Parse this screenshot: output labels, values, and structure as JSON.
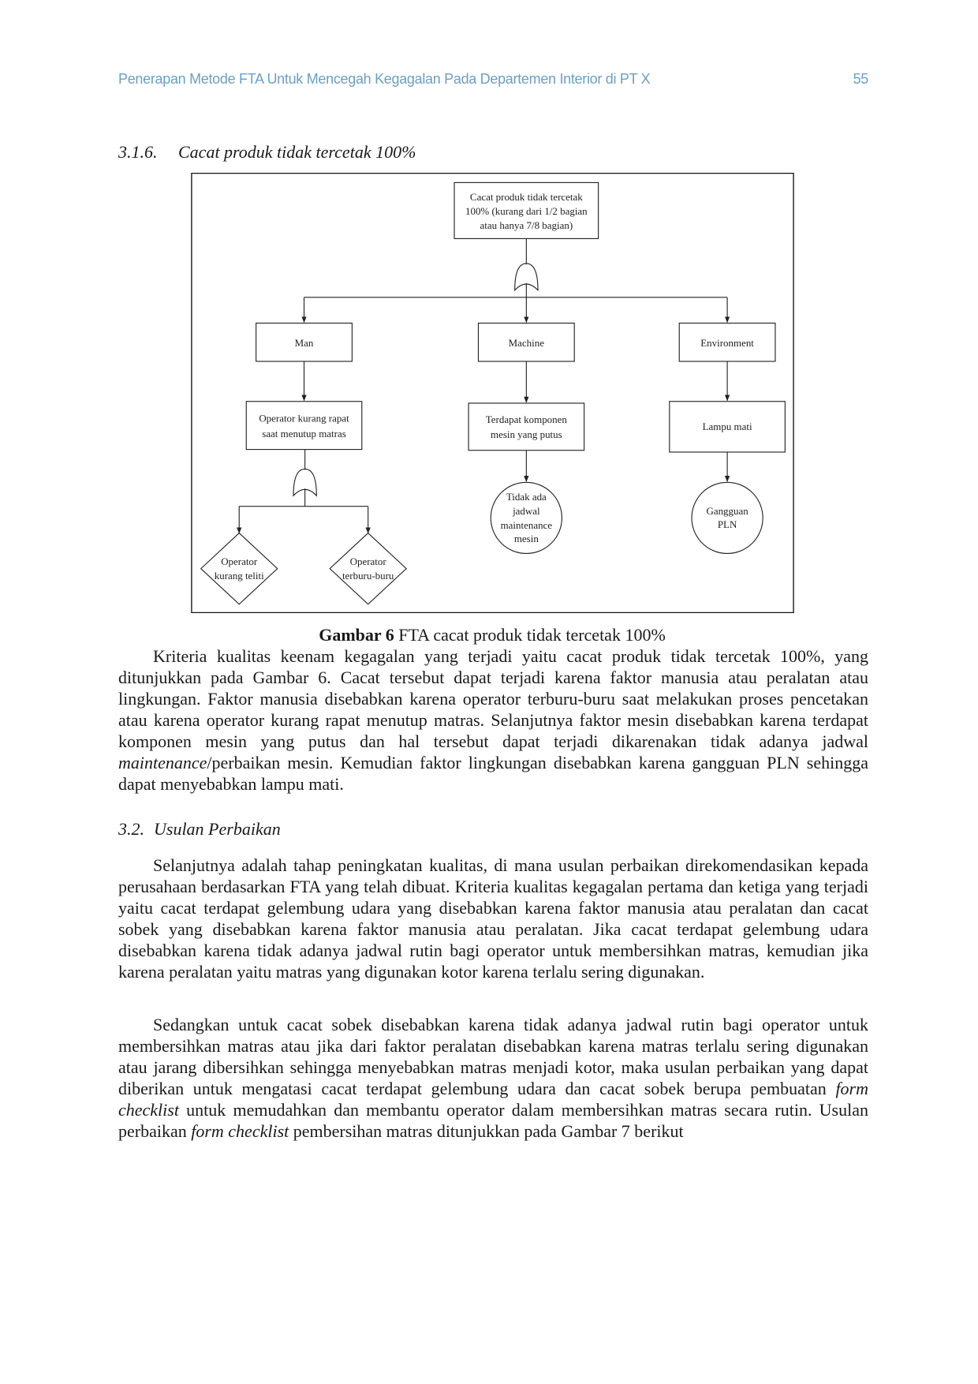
{
  "header": {
    "title": "Penerapan Metode FTA Untuk Mencegah Kegagalan Pada Departemen Interior di PT X",
    "page_number": "55"
  },
  "section_316": {
    "number": "3.1.6.",
    "title": "Cacat produk tidak tercetak 100%"
  },
  "figure": {
    "top_event": [
      "Cacat produk tidak tercetak",
      "100% (kurang dari 1/2 bagian",
      "atau hanya 7/8 bagian)"
    ],
    "man": "Man",
    "machine": "Machine",
    "environment": "Environment",
    "man_cause": [
      "Operator kurang rapat",
      "saat menutup matras"
    ],
    "machine_cause": [
      "Terdapat komponen",
      "mesin yang putus"
    ],
    "env_cause": "Lampu mati",
    "basic_teliti": [
      "Operator",
      "kurang teliti"
    ],
    "basic_buru": [
      "Operator",
      "terburu-buru"
    ],
    "basic_jadwal": [
      "Tidak ada",
      "jadwal",
      "maintenance",
      "mesin"
    ],
    "basic_pln": [
      "Gangguan",
      "PLN"
    ]
  },
  "caption": {
    "label": "Gambar 6",
    "text": " FTA cacat produk tidak tercetak 100%"
  },
  "para1": [
    "Kriteria kualitas keenam kegagalan yang terjadi yaitu cacat produk tidak tercetak 100%, yang ditunjukkan pada Gambar 6. Cacat tersebut dapat terjadi karena faktor manusia atau peralatan atau lingkungan. Faktor manusia disebabkan karena operator terburu-buru saat melakukan proses pencetakan atau karena operator kurang rapat menutup matras. Selanjutnya faktor mesin disebabkan karena terdapat komponen mesin yang putus dan hal tersebut dapat terjadi dikarenakan tidak adanya jadwal ",
    "maintenance",
    "/perbaikan mesin. Kemudian faktor lingkungan disebabkan karena gangguan PLN sehingga dapat menyebabkan lampu mati."
  ],
  "section_32": {
    "number": "3.2.",
    "title": "Usulan Perbaikan"
  },
  "para2": "Selanjutnya adalah tahap peningkatan kualitas, di mana usulan perbaikan direkomendasikan kepada perusahaan berdasarkan FTA yang telah dibuat. Kriteria kualitas kegagalan pertama dan ketiga yang terjadi yaitu cacat terdapat gelembung udara yang disebabkan karena faktor manusia atau peralatan dan cacat sobek yang disebabkan karena faktor manusia atau peralatan. Jika cacat terdapat gelembung udara disebabkan karena tidak adanya jadwal rutin bagi operator untuk membersihkan matras, kemudian jika karena peralatan yaitu matras yang digunakan kotor karena terlalu sering digunakan.",
  "para3": [
    "Sedangkan untuk cacat sobek disebabkan karena tidak adanya jadwal rutin bagi operator untuk membersihkan matras atau jika dari faktor peralatan disebabkan karena matras terlalu sering digunakan atau jarang dibersihkan sehingga menyebabkan matras menjadi kotor, maka usulan perbaikan yang dapat diberikan untuk mengatasi cacat terdapat gelembung udara dan cacat sobek berupa pembuatan ",
    "form checklist",
    " untuk memudahkan dan membantu operator dalam membersihkan matras secara rutin. Usulan perbaikan ",
    "form checklist",
    " pembersihan matras ditunjukkan pada Gambar 7 berikut"
  ]
}
